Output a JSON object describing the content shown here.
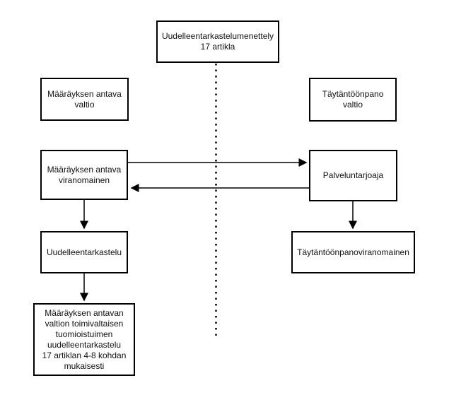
{
  "diagram": {
    "title_note": "Uudelleentarkastelumenettely 17 artikla -kaavio",
    "colors": {
      "background": "#ffffff",
      "line": "#000000",
      "text": "#111111",
      "box_border": "#000000",
      "box_fill": "#ffffff"
    },
    "nodes": {
      "procedure": {
        "lines": [
          "Uudelleentarkastelumenettely",
          "17 artikla"
        ]
      },
      "issuing_state": {
        "lines": [
          "Määräyksen antava",
          "valtio"
        ]
      },
      "executing_state": {
        "lines": [
          "Täytäntöönpano",
          "valtio"
        ]
      },
      "issuing_authority": {
        "lines": [
          "Määräyksen antava",
          "viranomainen"
        ]
      },
      "service_provider": {
        "lines": [
          "Palveluntarjoaja"
        ]
      },
      "review": {
        "lines": [
          "Uudelleentarkastelu"
        ]
      },
      "enforcement_authority": {
        "lines": [
          "Täytäntöönpanoviranomainen"
        ]
      },
      "court_review": {
        "lines": [
          "Määräyksen antavan",
          "valtion toimivaltaisen",
          "tuomioistuimen",
          "uudelleentarkastelu",
          "17 artiklan 4-8 kohdan",
          "mukaisesti"
        ]
      }
    },
    "connectors": {
      "divider": "dotted vertical separator between issuing state and executing state",
      "authority_to_provider": "arrow right",
      "provider_to_authority": "arrow left",
      "authority_to_review": "arrow down",
      "review_to_court": "arrow down",
      "provider_to_enforcement": "arrow down"
    }
  }
}
